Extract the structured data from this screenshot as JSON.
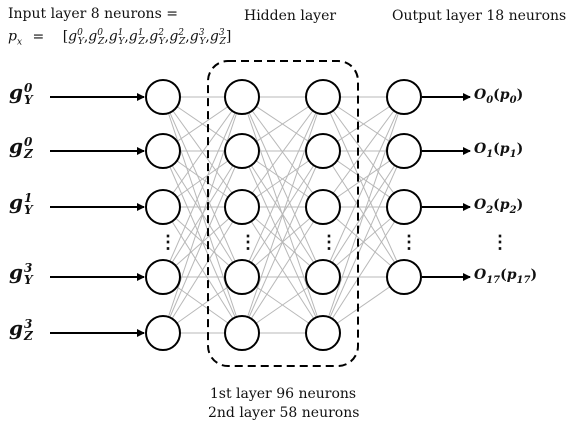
{
  "headers": {
    "input": "Input layer 8 neurons =",
    "hidden": "Hidden layer",
    "output": "Output layer 18 neurons"
  },
  "formula": {
    "lhs": "p",
    "lhs_sub": "x",
    "eq": "=",
    "open": "[",
    "terms": [
      {
        "base": "g",
        "sup": "0",
        "sub": "Y"
      },
      {
        "base": "g",
        "sup": "0",
        "sub": "Z"
      },
      {
        "base": "g",
        "sup": "1",
        "sub": "Y"
      },
      {
        "base": "g",
        "sup": "1",
        "sub": "Z"
      },
      {
        "base": "g",
        "sup": "2",
        "sub": "Y"
      },
      {
        "base": "g",
        "sup": "2",
        "sub": "Z"
      },
      {
        "base": "g",
        "sup": "3",
        "sub": "Y"
      },
      {
        "base": "g",
        "sup": "3",
        "sub": "Z"
      }
    ],
    "sep": ",",
    "close": "]"
  },
  "inputs": [
    {
      "base": "g",
      "sup": "0",
      "sub": "Y"
    },
    {
      "base": "g",
      "sup": "0",
      "sub": "Z"
    },
    {
      "base": "g",
      "sup": "1",
      "sub": "Y"
    },
    {
      "base": "g",
      "sup": "3",
      "sub": "Y"
    },
    {
      "base": "g",
      "sup": "3",
      "sub": "Z"
    }
  ],
  "outputs": [
    {
      "o": "O",
      "osub": "0",
      "p": "p",
      "psub": "0"
    },
    {
      "o": "O",
      "osub": "1",
      "p": "p",
      "psub": "1"
    },
    {
      "o": "O",
      "osub": "2",
      "p": "p",
      "psub": "2"
    },
    {
      "o": "O",
      "osub": "17",
      "p": "p",
      "psub": "17"
    }
  ],
  "ellipsis": "⋮",
  "captions": {
    "line1": "1st layer 96 neurons",
    "line2": "2nd layer 58 neurons"
  },
  "colors": {
    "edge": "#b8b8b8",
    "node_stroke": "#000000",
    "arrow": "#000000",
    "box_dash": "#000000"
  }
}
